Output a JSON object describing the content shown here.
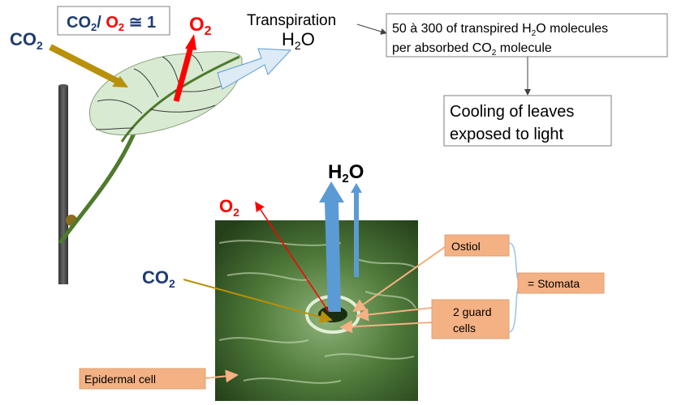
{
  "ratio_box": {
    "co": "CO",
    "sub2a": "2",
    "slash": "/ ",
    "o": "O",
    "sub2b": "2",
    "approx": " ≅ 1"
  },
  "leaf_labels": {
    "co2_main": "CO",
    "co2_sub": "2",
    "o2_main": "O",
    "o2_sub": "2",
    "transpiration": "Transpiration",
    "h2o_h": "H",
    "h2o_sub": "2",
    "h2o_o": "O"
  },
  "ratio_note": {
    "line1_a": "50 à 300 of transpired H",
    "line1_sub": "2",
    "line1_b": "O molecules",
    "line2_a": "per absorbed CO",
    "line2_sub": "2",
    "line2_b": "  molecule"
  },
  "cooling_box": {
    "line1": "Cooling of leaves",
    "line2": "exposed to light"
  },
  "stomata_labels": {
    "h2o_h": "H",
    "h2o_sub": "2",
    "h2o_o": "O",
    "o2_main": "O",
    "o2_sub": "2",
    "co2_main": "CO",
    "co2_sub": "2",
    "ostiol": "Ostiol",
    "guard_line1": "2 guard",
    "guard_line2": "cells",
    "stomata": "= Stomata",
    "epidermal": "Epidermal cell"
  },
  "colors": {
    "navy": "#1f3b73",
    "red": "#ff0000",
    "gold": "#b8900a",
    "salmon": "#f4b183",
    "blue_arrow": "#5b9bd5"
  }
}
